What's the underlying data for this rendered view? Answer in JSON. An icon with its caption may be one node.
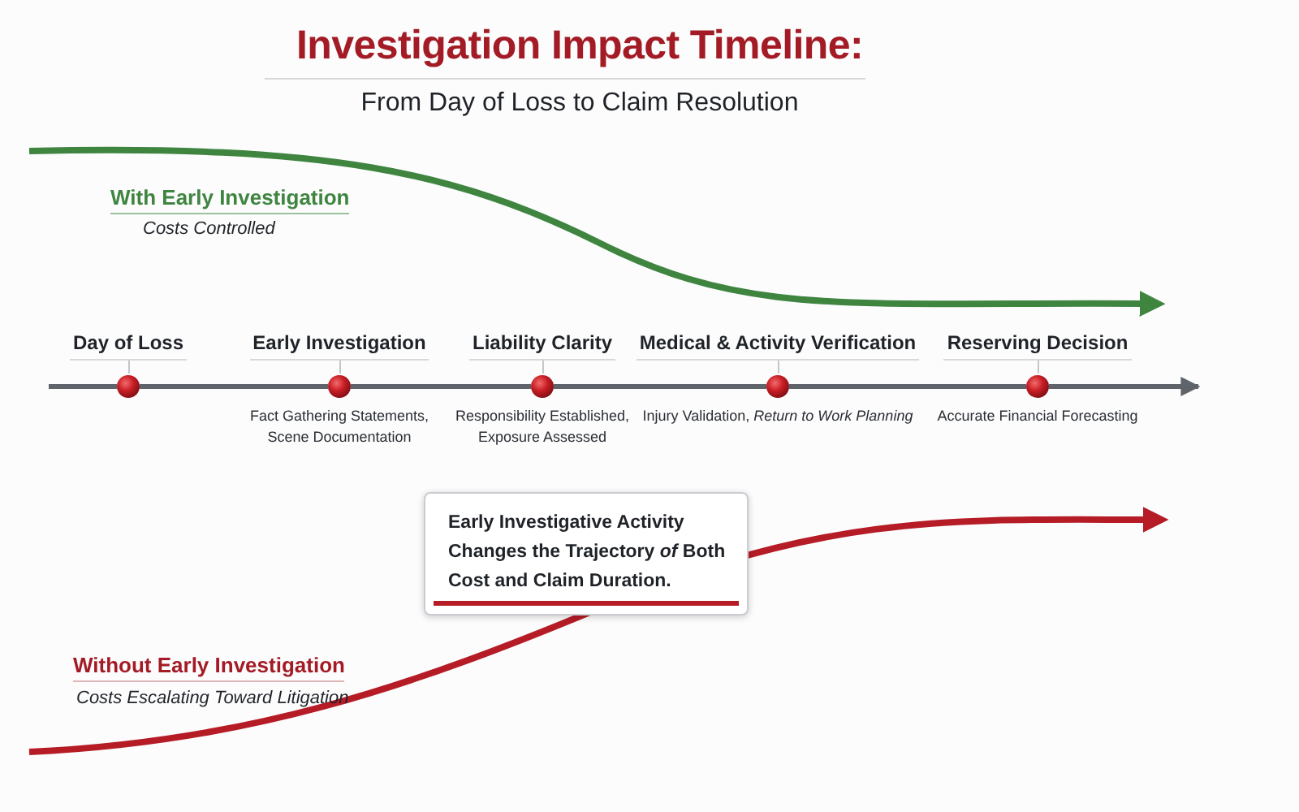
{
  "diagram": {
    "title": "Investigation Impact Timeline:",
    "nodes": [
      {
        "text": [
          "Day of Loss"
        ]
      },
      {
        "text": [
          "Early Investigation",
          "Fact Gathering Statements, Scene Documentation"
        ]
      },
      {
        "text": [
          "Liability Clarity",
          "Responsibility Established, Exposure Assessed"
        ]
      },
      {
        "text": [
          "Medical & Activity Verification",
          "Injury Validation, *Return to Work Planning*"
        ]
      },
      {
        "text": [
          "Reserving Decision",
          "Accurate Financial Forecasting"
        ]
      },
      {
        "text": [
          "Early Investigative Activity Changes the Trajectory *of* Both Cost and Claim Duration."
        ]
      }
    ],
    "edges": [
      {
        "from": null,
        "to": 0,
        "arrow": "none"
      },
      {
        "from": 0,
        "to": 1,
        "arrow": "none"
      },
      {
        "from": 1,
        "to": 2,
        "arrow": "none"
      },
      {
        "from": 2,
        "to": 3,
        "arrow": "none"
      },
      {
        "from": 3,
        "to": 4,
        "arrow": "none"
      },
      {
        "from": 4,
        "to": null,
        "arrow": "to"
      }
    ],
    "labels": [
      "From Day of Loss to Claim Resolution",
      "With Early Investigation",
      "Costs Controlled",
      "Without Early Investigation",
      "Costs Escalating Toward Litigation"
    ]
  }
}
